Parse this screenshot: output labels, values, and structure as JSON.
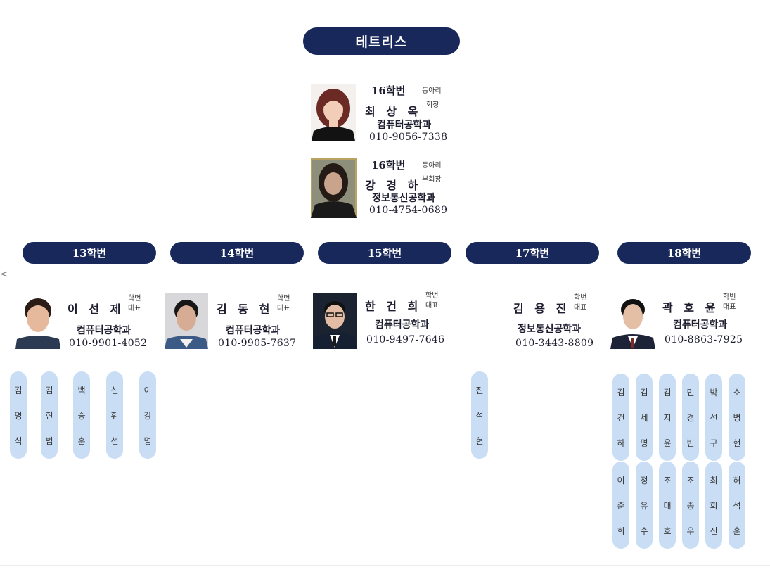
{
  "club": {
    "name": "테트리스"
  },
  "officers": [
    {
      "year": "16학번",
      "name": "최 상 옥",
      "role": [
        "동아리",
        "회장"
      ],
      "dept": "컴퓨터공학과",
      "phone": "010-9056-7338"
    },
    {
      "year": "16학번",
      "name": "강 경 하",
      "role": [
        "동아리",
        "부회장"
      ],
      "dept": "정보통신공학과",
      "phone": "010-4754-0689"
    }
  ],
  "groups": [
    {
      "label": "13학번",
      "rep": {
        "name": "이 선 제",
        "role": [
          "학번",
          "대표"
        ],
        "dept": "컴퓨터공학과",
        "phone": "010-9901-4052"
      },
      "members": [
        [
          "김",
          "명",
          "식"
        ],
        [
          "김",
          "현",
          "범"
        ],
        [
          "백",
          "승",
          "훈"
        ],
        [
          "신",
          "휘",
          "선"
        ],
        [
          "이",
          "강",
          "명"
        ]
      ]
    },
    {
      "label": "14학번",
      "rep": {
        "name": "김 동 현",
        "role": [
          "학번",
          "대표"
        ],
        "dept": "컴퓨터공학과",
        "phone": "010-9905-7637"
      },
      "members": []
    },
    {
      "label": "15학번",
      "rep": {
        "name": "한 건 희",
        "role": [
          "학번",
          "대표"
        ],
        "dept": "컴퓨터공학과",
        "phone": "010-9497-7646"
      },
      "members": []
    },
    {
      "label": "17학번",
      "rep": {
        "name": "김 용 진",
        "role": [
          "학번",
          "대표"
        ],
        "dept": "정보통신공학과",
        "phone": "010-3443-8809"
      },
      "members": [
        [
          "진",
          "석",
          "현"
        ]
      ]
    },
    {
      "label": "18학번",
      "rep": {
        "name": "곽 호 윤",
        "role": [
          "학번",
          "대표"
        ],
        "dept": "컴퓨터공학과",
        "phone": "010-8863-7925"
      },
      "members": [
        [
          "김",
          "건",
          "하"
        ],
        [
          "김",
          "세",
          "명"
        ],
        [
          "김",
          "지",
          "윤"
        ],
        [
          "민",
          "경",
          "빈"
        ],
        [
          "박",
          "선",
          "구"
        ],
        [
          "소",
          "병",
          "현"
        ],
        [
          "이",
          "준",
          "희"
        ],
        [
          "정",
          "유",
          "수"
        ],
        [
          "조",
          "대",
          "호"
        ],
        [
          "조",
          "종",
          "우"
        ],
        [
          "최",
          "희",
          "진"
        ],
        [
          "허",
          "석",
          "훈"
        ]
      ]
    }
  ],
  "side_mark": "<"
}
